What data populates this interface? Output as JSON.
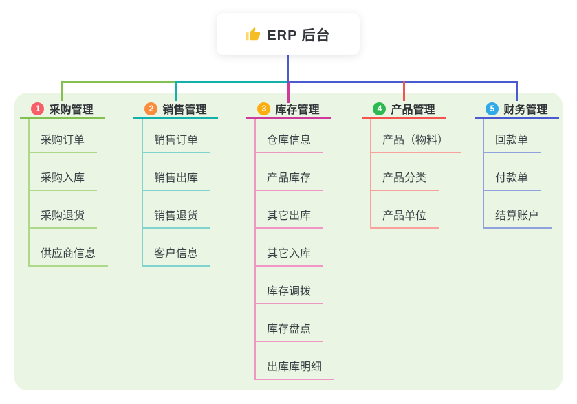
{
  "root": {
    "title": "ERP 后台",
    "icon": "thumbs-up"
  },
  "branches": [
    {
      "badge": "1",
      "label": "采购管理",
      "badge_color": "#F85E68",
      "line_color": "#82C052",
      "child_line_color": "#ACD98A",
      "children": [
        "采购订单",
        "采购入库",
        "采购退货",
        "供应商信息"
      ]
    },
    {
      "badge": "2",
      "label": "销售管理",
      "badge_color": "#FB8C3E",
      "line_color": "#14B1AC",
      "child_line_color": "#7FD4CE",
      "children": [
        "销售订单",
        "销售出库",
        "销售退货",
        "客户信息"
      ]
    },
    {
      "badge": "3",
      "label": "库存管理",
      "badge_color": "#FDAD0E",
      "line_color": "#CE3B9B",
      "child_line_color": "#F096C4",
      "children": [
        "仓库信息",
        "产品库存",
        "其它出库",
        "其它入库",
        "库存调拨",
        "库存盘点",
        "出库库明细"
      ]
    },
    {
      "badge": "4",
      "label": "产品管理",
      "badge_color": "#2CBA50",
      "line_color": "#F4544E",
      "child_line_color": "#F9A29D",
      "children": [
        "产品（物料）",
        "产品分类",
        "产品单位"
      ]
    },
    {
      "badge": "5",
      "label": "财务管理",
      "badge_color": "#2FA9E7",
      "line_color": "#4A5BD2",
      "child_line_color": "#90A1DF",
      "children": [
        "回款单",
        "付款单",
        "结算账户"
      ]
    }
  ],
  "colors": {
    "panel_bg": "#EAF6E3",
    "root_line": "#4A5BD2",
    "icon_color": "#F5BE25"
  }
}
